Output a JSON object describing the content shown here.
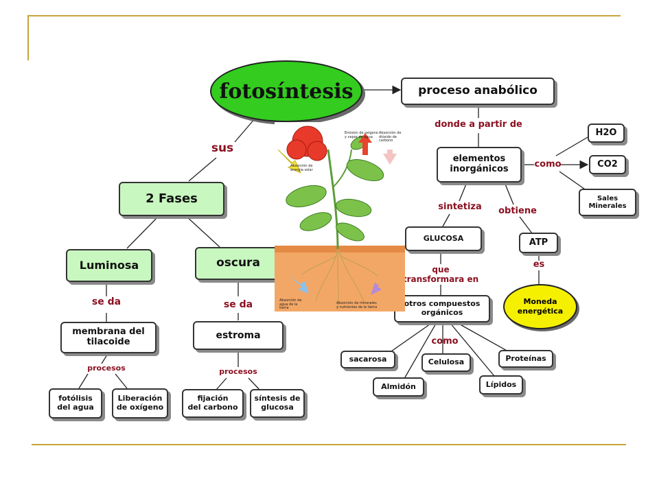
{
  "title": "fotosíntesis",
  "nodes": {
    "proceso": "proceso anabólico",
    "fases": "2 Fases",
    "luminosa": "Luminosa",
    "oscura": "oscura",
    "membrana": "membrana del\ntilacoide",
    "estroma": "estroma",
    "fotolisis": "fotólisis\ndel agua",
    "liberacion": "Liberación\nde oxígeno",
    "fijacion": "fijación\ndel carbono",
    "sintesis": "síntesis de\nglucosa",
    "elementos": "elementos\ninorgánicos",
    "h2o": "H2O",
    "co2": "CO2",
    "sales": "Sales\nMinerales",
    "glucosa": "GLUCOSA",
    "atp": "ATP",
    "moneda": "Moneda\nenergética",
    "otros": "otros compuestos\norgánicos",
    "sacarosa": "sacarosa",
    "almidon": "Almidón",
    "celulosa": "Celulosa",
    "lipidos": "Lípidos",
    "proteinas": "Proteínas"
  },
  "links": {
    "sus": "sus",
    "se_da_1": "se da",
    "se_da_2": "se da",
    "procesos_1": "procesos",
    "procesos_2": "procesos",
    "donde": "donde a partir de",
    "como_1": "como",
    "sintetiza": "sintetiza",
    "obtiene": "obtiene",
    "es": "es",
    "que": "que\ntransformara en",
    "como_2": "como"
  },
  "image_labels": {
    "a": "Emisión de oxígeno\ny vapor de agua",
    "b": "Absorción de\ndióxido de\ncarbono",
    "c": "Absorción de\nenergía solar",
    "d": "Absorción de\nagua de la\ntierra",
    "e": "Absorción de minerales\ny nutrientes de la tierra"
  },
  "colors": {
    "frame": "#c7a33a",
    "link_text": "#8b1020",
    "main_ellipse": "#33cc1f",
    "green_box": "#c8f7c0",
    "yellow_ellipse": "#f5f000"
  }
}
